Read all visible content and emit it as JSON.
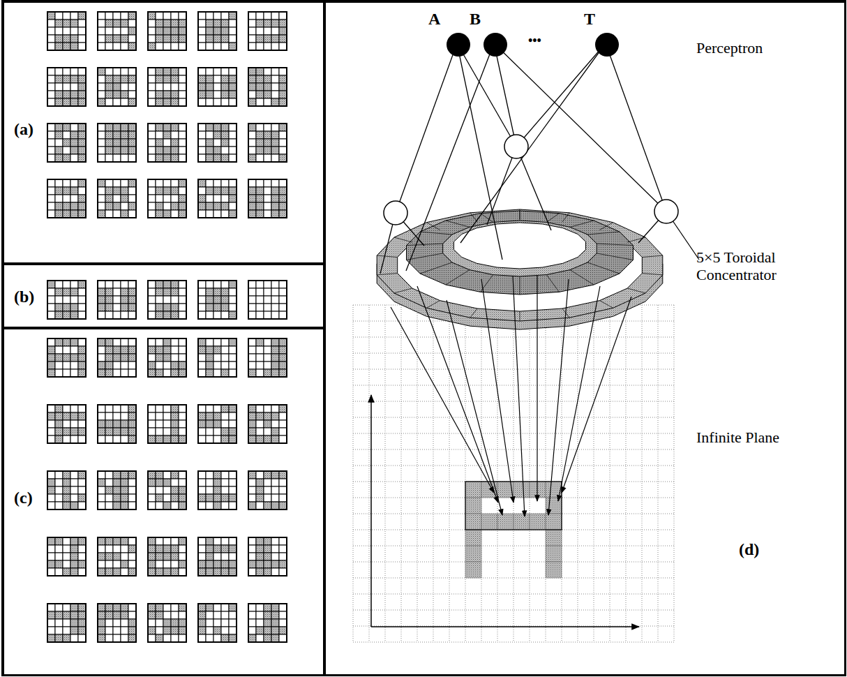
{
  "diagram": {
    "nodes": [
      {
        "text": [
          "(a)"
        ]
      },
      {
        "text": [
          "(b)"
        ]
      },
      {
        "text": [
          "(c)"
        ]
      },
      {
        "text": [
          "(d)"
        ]
      },
      {
        "text": [
          "A"
        ],
        "in": 3
      },
      {
        "text": [
          "B"
        ],
        "in": 3
      },
      {
        "text": [
          "T"
        ],
        "in": 3
      }
    ],
    "labels": [
      "•••",
      "Perceptron",
      "5×5 Toroidal Concentrator",
      "Infinite Plane"
    ]
  }
}
